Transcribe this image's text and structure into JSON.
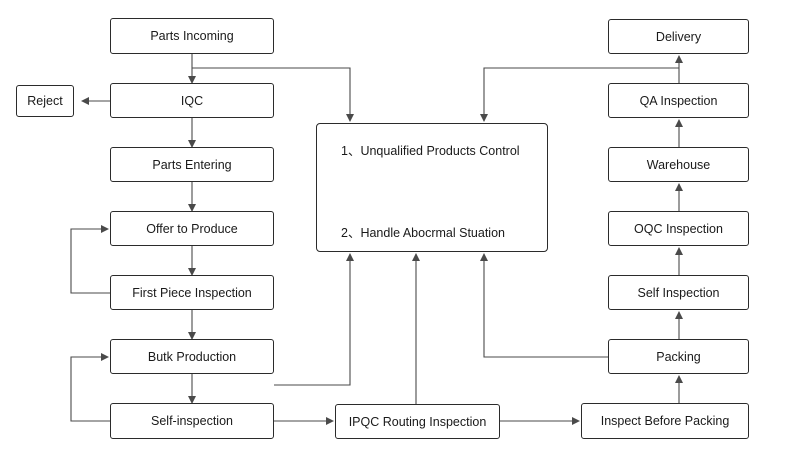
{
  "nodes": {
    "parts_incoming": "Parts Incoming",
    "iqc": "IQC",
    "reject": "Reject",
    "parts_entering": "Parts Entering",
    "offer_to_produce": "Offer to Produce",
    "first_piece_inspection": "First Piece Inspection",
    "butk_production": "Butk Production",
    "self_inspection_left": "Self-inspection",
    "ipqc_routing_inspection": "IPQC Routing Inspection",
    "inspect_before_packing": "Inspect Before Packing",
    "packing": "Packing",
    "self_inspection_right": "Self Inspection",
    "oqc_inspection": "OQC Inspection",
    "warehouse": "Warehouse",
    "qa_inspection": "QA Inspection",
    "delivery": "Delivery"
  },
  "control_box": {
    "item1": "1、Unqualified Products Control",
    "item2": "2、Handle Abocrmal Stuation"
  },
  "colors": {
    "line": "#4a4a4a",
    "border": "#2b2b2b"
  }
}
